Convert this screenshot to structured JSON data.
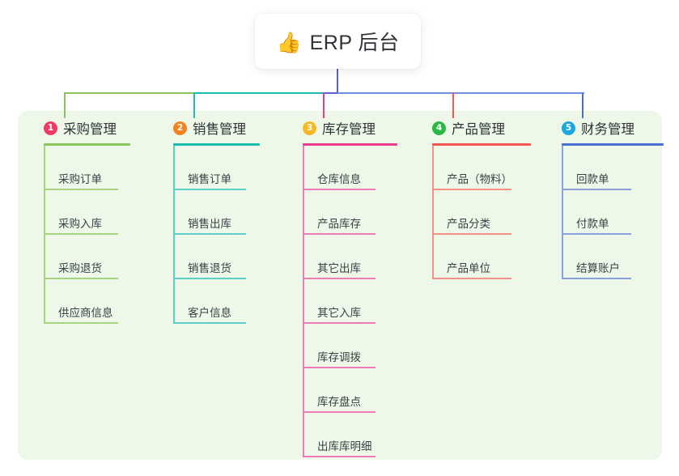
{
  "root": {
    "icon": "thumbs-up-emoji",
    "emoji": "👍",
    "title": "ERP 后台"
  },
  "panel": {
    "background": "#eef8e8"
  },
  "connector": {
    "stem_color": "#5a5fd0",
    "segments": [
      {
        "name": "bus-green",
        "color": "#8cc35a"
      },
      {
        "name": "bus-teal",
        "color": "#19bdb0"
      },
      {
        "name": "bus-indigo",
        "color": "#5a5fd0"
      },
      {
        "name": "bus-blue",
        "color": "#6f8fe0"
      }
    ]
  },
  "columns": [
    {
      "index": "1",
      "title": "采购管理",
      "badge_color": "#ef3b63",
      "line_color": "#8cc35a",
      "leaf_line_color": "#a8d47f",
      "drop_color": "#8cc35a",
      "items": [
        "采购订单",
        "采购入库",
        "采购退货",
        "供应商信息"
      ]
    },
    {
      "index": "2",
      "title": "销售管理",
      "badge_color": "#f58220",
      "line_color": "#19bdb0",
      "leaf_line_color": "#5fcfc6",
      "drop_color": "#19bdb0",
      "items": [
        "销售订单",
        "销售出库",
        "销售退货",
        "客户信息"
      ]
    },
    {
      "index": "3",
      "title": "库存管理",
      "badge_color": "#f7b825",
      "line_color": "#ec3b8e",
      "leaf_line_color": "#f07ab3",
      "drop_color": "#ec3b8e",
      "items": [
        "仓库信息",
        "产品库存",
        "其它出库",
        "其它入库",
        "库存调拨",
        "库存盘点",
        "出库库明细"
      ]
    },
    {
      "index": "4",
      "title": "产品管理",
      "badge_color": "#2cb742",
      "line_color": "#f4554e",
      "leaf_line_color": "#f79089",
      "drop_color": "#f4554e",
      "items": [
        "产品（物料）",
        "产品分类",
        "产品单位"
      ]
    },
    {
      "index": "5",
      "title": "财务管理",
      "badge_color": "#1aa7e0",
      "line_color": "#4a6fd4",
      "leaf_line_color": "#8aa3e0",
      "drop_color": "#4a6fd4",
      "items": [
        "回款单",
        "付款单",
        "结算账户"
      ]
    }
  ]
}
